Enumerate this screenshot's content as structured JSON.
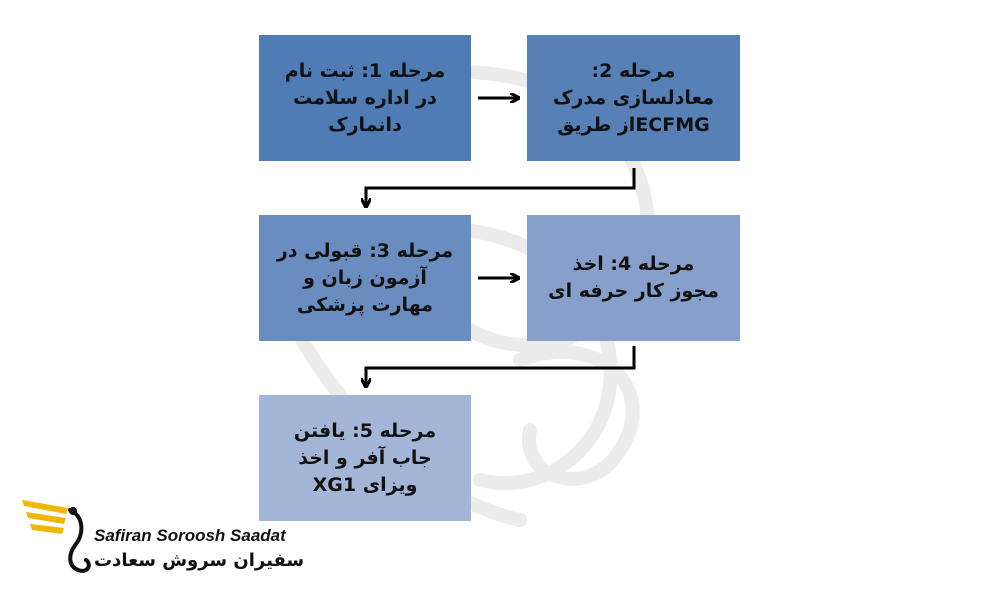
{
  "colors": {
    "step1_fill": "#4f7cb4",
    "step2_fill": "#5780b7",
    "step3_fill": "#6a8dc0",
    "step4_fill": "#86a0cb",
    "step5_fill": "#a4b6d8",
    "arrow": "#000000",
    "logo_gold": "#f2b705"
  },
  "steps": [
    {
      "text": "مرحله 1: ثبت نام\nدر اداره سلامت\nدانمارک"
    },
    {
      "text": "مرحله 2:\nمعادلسازی مدرک\nECFMGاز طریق"
    },
    {
      "text": "مرحله 3: قبولی در\nآزمون زبان و\nمهارت پزشکی"
    },
    {
      "text": "مرحله 4: اخذ\nمجوز کار حرفه ای"
    },
    {
      "text": "مرحله 5: یافتن\nجاب آفر و اخذ\nویزای XG1"
    }
  ],
  "logo": {
    "latin": "Safiran Soroosh Saadat",
    "persian": "سفیران سروش سعادت"
  }
}
